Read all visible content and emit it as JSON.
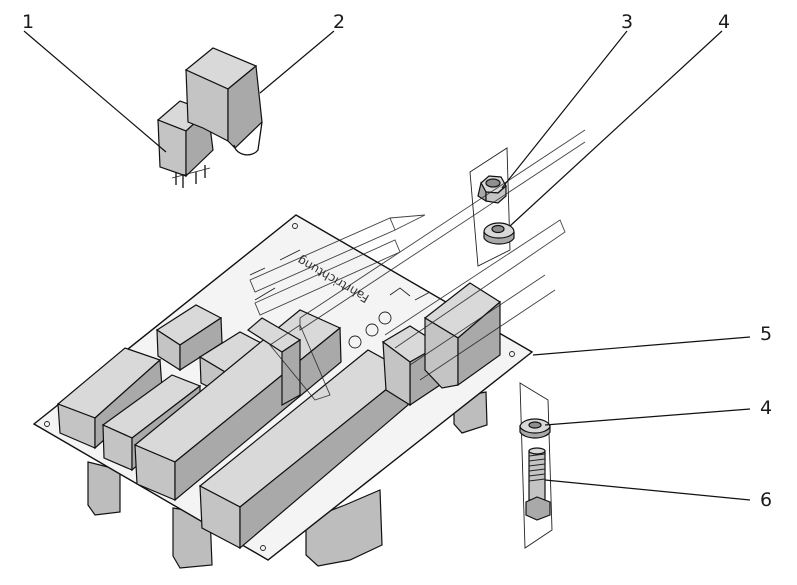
{
  "callouts": [
    {
      "id": "1",
      "label": "1"
    },
    {
      "id": "2",
      "label": "2"
    },
    {
      "id": "3",
      "label": "3"
    },
    {
      "id": "4a",
      "label": "4"
    },
    {
      "id": "5",
      "label": "5"
    },
    {
      "id": "4b",
      "label": "4"
    },
    {
      "id": "6",
      "label": "6"
    }
  ],
  "board": {
    "marking": "Fahrtrichtung"
  }
}
